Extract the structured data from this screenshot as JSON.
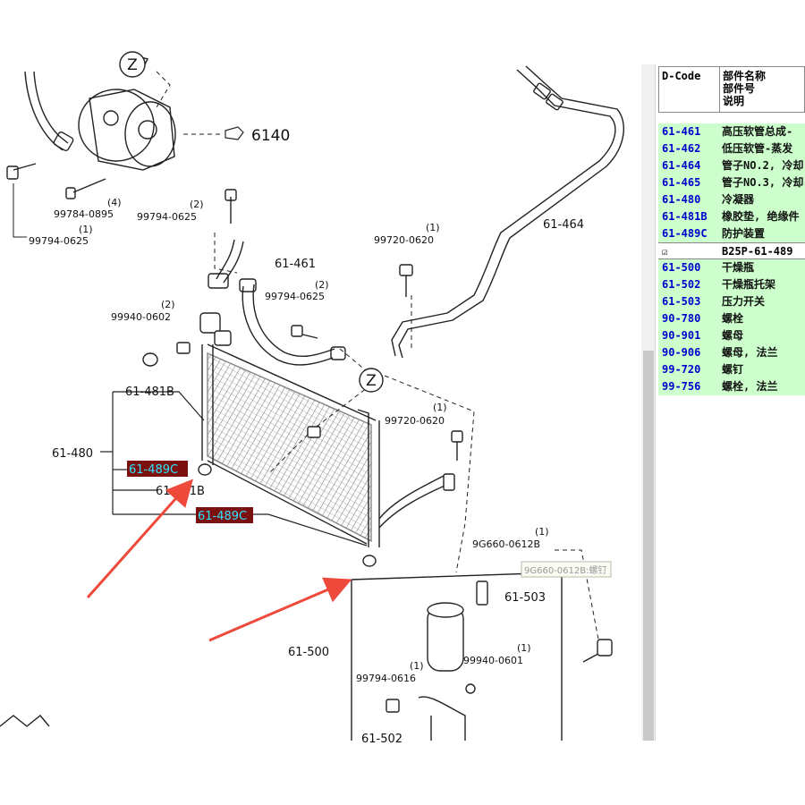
{
  "diagram": {
    "callouts": {
      "p6140": "6140",
      "p99794_0625_a": "99794-0625",
      "p99794_0625_a_qty": "(1)",
      "p99784_0895": "99784-0895",
      "p99784_0895_qty": "(4)",
      "p99794_0625_b": "99794-0625",
      "p99794_0625_b_qty": "(2)",
      "p61_461": "61-461",
      "p99794_0625_c": "99794-0625",
      "p99794_0625_c_qty": "(2)",
      "p99720_0620_a": "99720-0620",
      "p99720_0620_a_qty": "(1)",
      "p61_464": "61-464",
      "p99940_0602": "99940-0602",
      "p99940_0602_qty": "(2)",
      "p61_481b": "61-481B",
      "p61_480": "61-480",
      "p61_489c_a": "61-489C",
      "p61_481b_b": "61-481B",
      "p61_489c_b": "61-489C",
      "p99720_0620_b": "99720-0620",
      "p99720_0620_b_qty": "(1)",
      "p9g660_0612b": "9G660-0612B",
      "p9g660_0612b_qty": "(1)",
      "tooltip": "9G660-0612B:螺钉",
      "p61_503": "61-503",
      "p61_500": "61-500",
      "p99940_0601": "99940-0601",
      "p99940_0601_qty": "(1)",
      "p99794_0616": "99794-0616",
      "p99794_0616_qty": "(1)",
      "p61_502": "61-502",
      "z_marker": "Z"
    },
    "highlight_color": "#7a1010",
    "highlight_text_color": "#2ee6ff",
    "arrow_color": "#ee4a3c"
  },
  "parts_table": {
    "header": {
      "code": "D-Code",
      "name_lines": [
        "部件名称",
        "部件号",
        "说明"
      ]
    },
    "rows_a": [
      {
        "code": "61-461",
        "name": "高压软管总成-"
      },
      {
        "code": "61-462",
        "name": "低压软管-蒸发"
      },
      {
        "code": "61-464",
        "name": "管子NO.2, 冷却"
      },
      {
        "code": "61-465",
        "name": "管子NO.3, 冷却"
      },
      {
        "code": "61-480",
        "name": "冷凝器"
      },
      {
        "code": "61-481B",
        "name": "橡胶垫, 绝缘件"
      },
      {
        "code": "61-489C",
        "name": "防护装置"
      }
    ],
    "group_row": {
      "check": "☑",
      "name": "B25P-61-489"
    },
    "rows_b": [
      {
        "code": "61-500",
        "name": "干燥瓶"
      },
      {
        "code": "61-502",
        "name": "干燥瓶托架"
      },
      {
        "code": "61-503",
        "name": "压力开关"
      },
      {
        "code": "90-780",
        "name": "螺栓"
      },
      {
        "code": "90-901",
        "name": "螺母"
      },
      {
        "code": "90-906",
        "name": "螺母, 法兰"
      },
      {
        "code": "99-720",
        "name": "螺钉"
      },
      {
        "code": "99-756",
        "name": "螺栓, 法兰"
      }
    ],
    "row_color": "#ccffcc",
    "code_color": "#0000cc"
  }
}
